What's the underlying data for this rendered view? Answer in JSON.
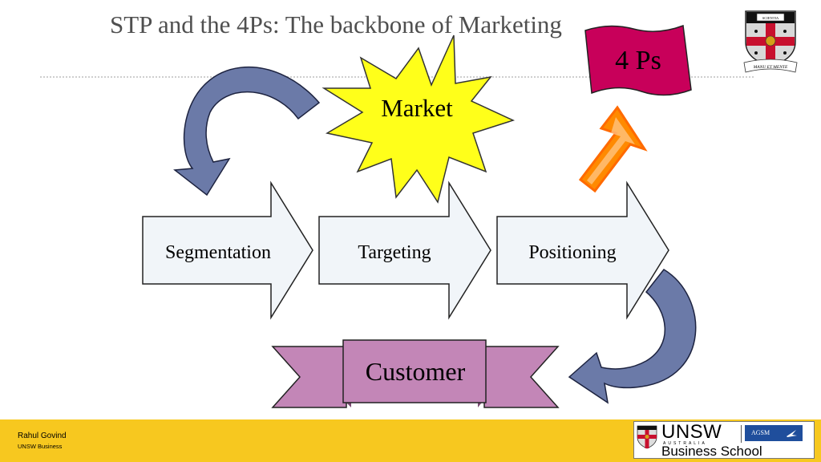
{
  "slide": {
    "title": "STP and the 4Ps: The backbone of Marketing"
  },
  "diagram": {
    "market_label": "Market",
    "four_ps_label": "4 Ps",
    "steps": [
      "Segmentation",
      "Targeting",
      "Positioning"
    ],
    "customer_label": "Customer"
  },
  "crest": {
    "motto": "MANU ET MENTE",
    "book_text": "SCIENTIA"
  },
  "footer": {
    "author": "Rahul Govind",
    "org": "UNSW Business",
    "logo_main": "UNSW",
    "logo_country": "AUSTRALIA",
    "logo_partner": "AGSM",
    "logo_school": "Business School"
  },
  "colors": {
    "arrow_fill": "#f1f5f9",
    "curved_arrow": "#6b7aa8",
    "star_fill": "#ffff1a",
    "flag_fill": "#c8005a",
    "up_arrow": "#ff8a00",
    "ribbon_fill": "#c386b7",
    "footer_bar": "#f7c81f"
  }
}
